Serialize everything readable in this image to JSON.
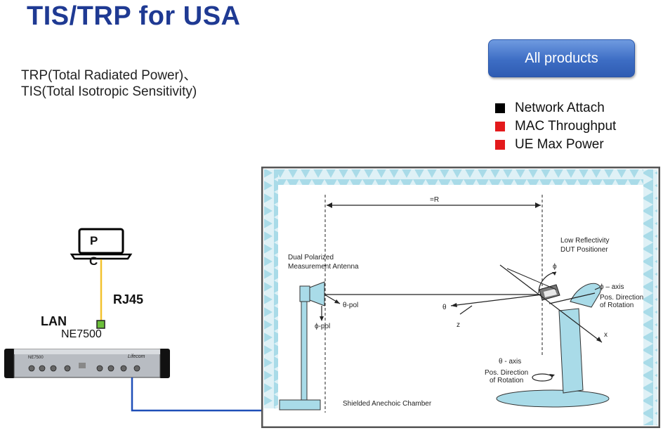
{
  "page": {
    "title": "TIS/TRP for USA",
    "subtitle_line1": "TRP(Total Radiated Power)、",
    "subtitle_line2": "TIS(Total Isotropic Sensitivity)"
  },
  "button": {
    "label": "All products"
  },
  "legend": {
    "items": [
      {
        "label": "Network Attach",
        "color": "#000000"
      },
      {
        "label": "MAC  Throughput",
        "color": "#e31a1c"
      },
      {
        "label": "UE Max  Power",
        "color": "#e31a1c"
      }
    ]
  },
  "setup": {
    "pc_label_top": "P",
    "pc_label_bottom": "C",
    "cable_label": "RJ45",
    "port_label": "LAN",
    "device_label": "NE7500",
    "device_brand": "Lifecom",
    "device_model": "NE7500"
  },
  "chamber": {
    "distance_label": "=R",
    "antenna_label_1": "Dual Polarized",
    "antenna_label_2": "Measurement Antenna",
    "positioner_label_1": "Low Reflectivity",
    "positioner_label_2": "DUT Positioner",
    "theta_pol": "θ-pol",
    "phi_pol": "ϕ-pol",
    "theta": "θ",
    "z": "z",
    "phi": "ϕ",
    "phi_axis": "ϕ – axis",
    "pos_dir_1": "Pos. Direction",
    "pos_dir_2": "of Rotation",
    "theta_axis": "θ - axis",
    "pos_dir_3": "Pos. Direction",
    "pos_dir_4": "of Rotation",
    "x": "x",
    "floor_label": "Shielded Anechoic Chamber"
  },
  "colors": {
    "title": "#1f3a93",
    "cable_yellow": "#f2c12e",
    "cable_blue": "#1f4fb8",
    "absorber": "#a9dbe8",
    "chamber_border": "#555555"
  }
}
